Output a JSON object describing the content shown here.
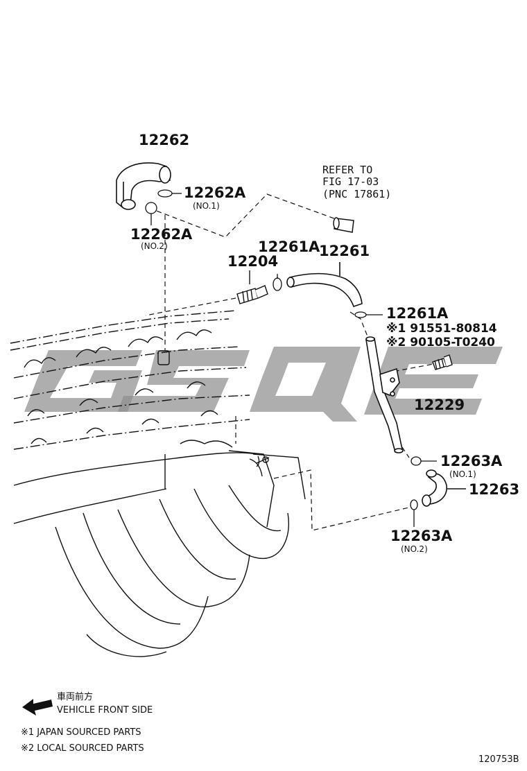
{
  "parts": {
    "p12262": "12262",
    "p12262A_1": "12262A",
    "p12262A_1_note": "(NO.1)",
    "p12262A_2": "12262A",
    "p12262A_2_note": "(NO.2)",
    "p12204": "12204",
    "p12261A_top": "12261A",
    "p12261": "12261",
    "p12261A_right": "12261A",
    "p91551": "※1 91551-80814",
    "p90105": "※2 90105-T0240",
    "p12229": "12229",
    "p12263A_1": "12263A",
    "p12263A_1_note": "(NO.1)",
    "p12263": "12263",
    "p12263A_2": "12263A",
    "p12263A_2_note": "(NO.2)"
  },
  "reference": {
    "line1": "REFER TO",
    "line2": "FIG 17-03",
    "line3": "(PNC 17861)"
  },
  "legend": {
    "direction_jp": "車両前方",
    "direction_en": "VEHICLE FRONT SIDE",
    "note1": "※1 JAPAN SOURCED PARTS",
    "note2": "※2 LOCAL SOURCED PARTS"
  },
  "watermark_text": "GSQE",
  "illustration_code": "120753B"
}
